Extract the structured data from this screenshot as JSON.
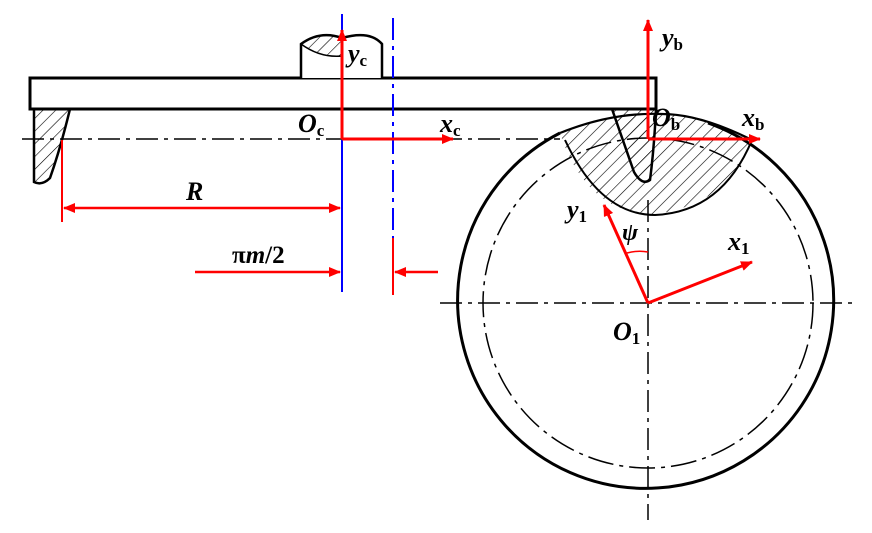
{
  "labels": {
    "yc": {
      "main": "y",
      "sub": "c"
    },
    "yb": {
      "main": "y",
      "sub": "b"
    },
    "xc": {
      "main": "x",
      "sub": "c"
    },
    "xb": {
      "main": "x",
      "sub": "b"
    },
    "oc": {
      "main": "O",
      "sub": "c"
    },
    "ob": {
      "main": "O",
      "sub": "b"
    },
    "o1": {
      "main": "O",
      "sub": "1"
    },
    "y1": {
      "main": "y",
      "sub": "1"
    },
    "x1": {
      "main": "x",
      "sub": "1"
    },
    "psi": "ψ",
    "radius": "R",
    "pitch": {
      "pi": "π",
      "m": "m",
      "rest": "/2"
    }
  },
  "colors": {
    "outline": "#000000",
    "axis_red": "#ff0000",
    "axis_blue": "#0000ff"
  }
}
